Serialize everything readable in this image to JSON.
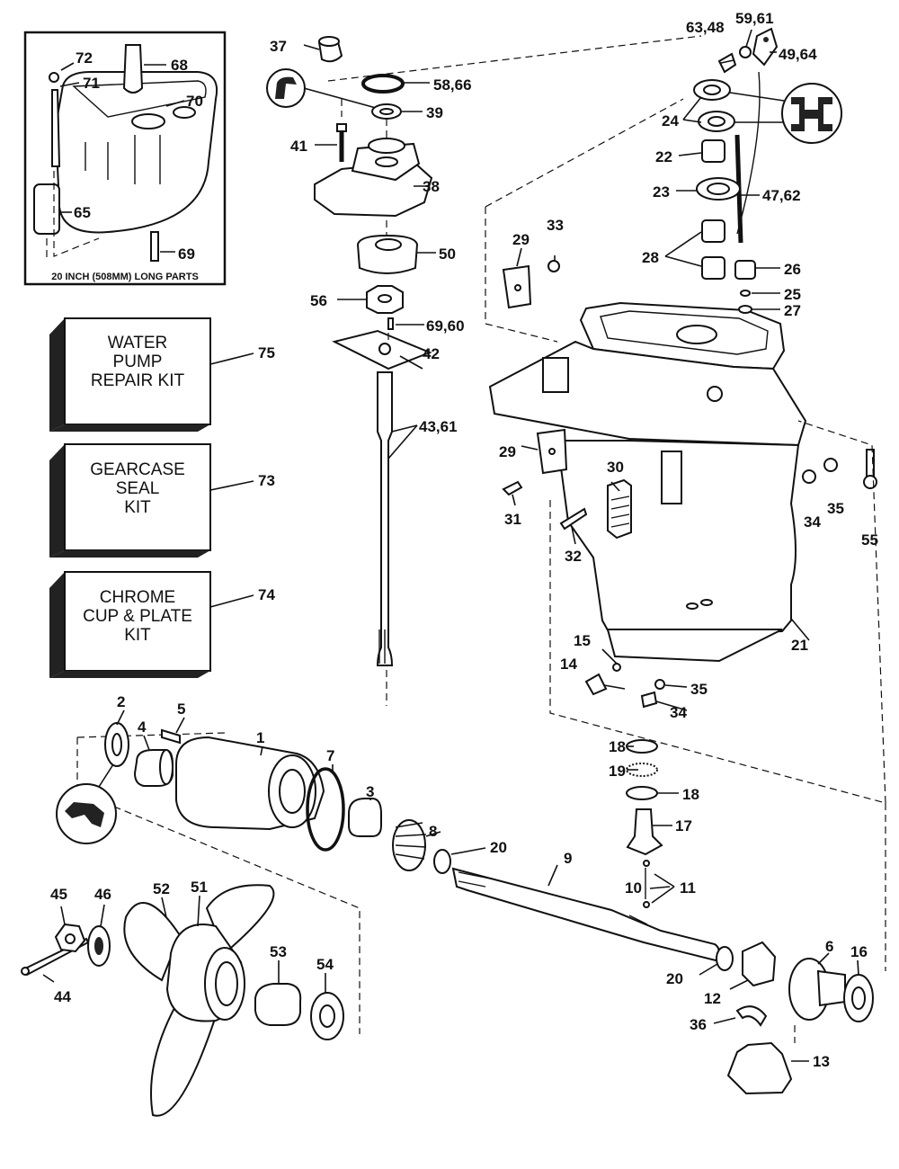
{
  "inset": {
    "caption": "20 INCH (508MM) LONG PARTS",
    "labels": [
      "72",
      "71",
      "68",
      "70",
      "65",
      "69"
    ]
  },
  "kits": [
    {
      "text": [
        "WATER",
        "PUMP",
        "REPAIR KIT"
      ],
      "number": "75"
    },
    {
      "text": [
        "GEARCASE",
        "SEAL",
        "KIT"
      ],
      "number": "73"
    },
    {
      "text": [
        "CHROME",
        "CUP & PLATE",
        "KIT"
      ],
      "number": "74"
    }
  ],
  "part_labels": {
    "p37": "37",
    "p58": "58,66",
    "p39": "39",
    "p41": "41",
    "p38": "38",
    "p50": "50",
    "p56": "56",
    "p6960": "69,60",
    "p42": "42",
    "p4361": "43,61",
    "p29a": "29",
    "p33": "33",
    "p29b": "29",
    "p30": "30",
    "p31": "31",
    "p32": "32",
    "p6348": "63,48",
    "p5961": "59,61",
    "p4964": "49,64",
    "p24": "24",
    "p22": "22",
    "p23": "23",
    "p4762": "47,62",
    "p28": "28",
    "p26": "26",
    "p25": "25",
    "p27": "27",
    "p34a": "34",
    "p35a": "35",
    "p55": "55",
    "p21": "21",
    "p15": "15",
    "p14": "14",
    "p35b": "35",
    "p34b": "34",
    "p2": "2",
    "p5": "5",
    "p4": "4",
    "p1": "1",
    "p7": "7",
    "p3": "3",
    "p8": "8",
    "p20a": "20",
    "p9": "9",
    "p18a": "18",
    "p19": "19",
    "p18b": "18",
    "p17": "17",
    "p10": "10",
    "p11": "11",
    "p20b": "20",
    "p6": "6",
    "p16": "16",
    "p12": "12",
    "p36": "36",
    "p13": "13",
    "p45": "45",
    "p46": "46",
    "p52": "52",
    "p51": "51",
    "p53": "53",
    "p54": "54",
    "p44": "44"
  }
}
